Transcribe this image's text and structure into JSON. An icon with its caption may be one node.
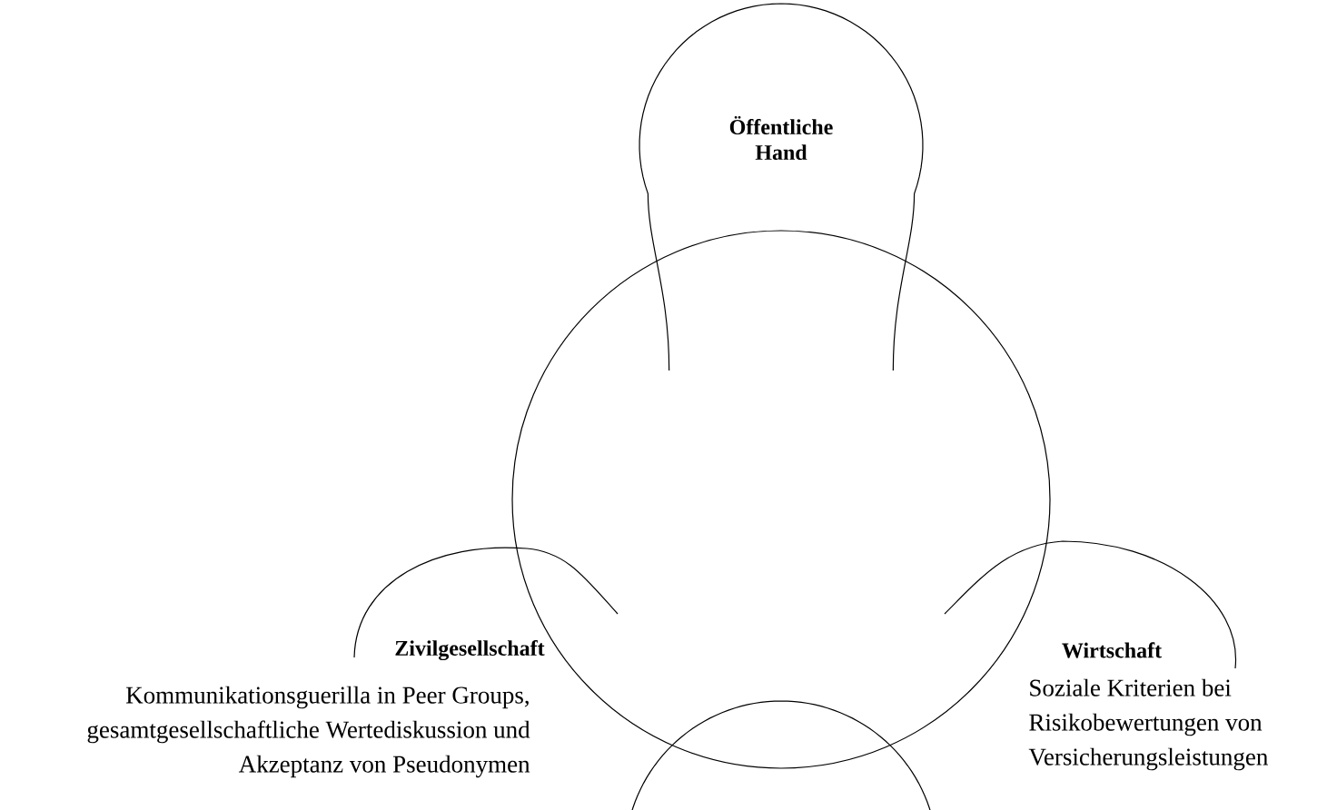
{
  "diagram": {
    "nodes": [
      {
        "text": [],
        "shape": "circle"
      },
      {
        "text": [
          "Öffentliche Hand"
        ]
      },
      {
        "text": [
          "Zivilgesellschaft",
          "Kommunikationsguerilla in Peer Groups, gesamtgesellschaftliche Wertediskussion und Akzeptanz von Pseudonymen"
        ]
      },
      {
        "text": [
          "Wirtschaft",
          "Soziale Kriterien bei Risikobewertungen von Versicherungsleistungen"
        ]
      },
      {
        "text": [],
        "shape": "circle"
      }
    ]
  }
}
